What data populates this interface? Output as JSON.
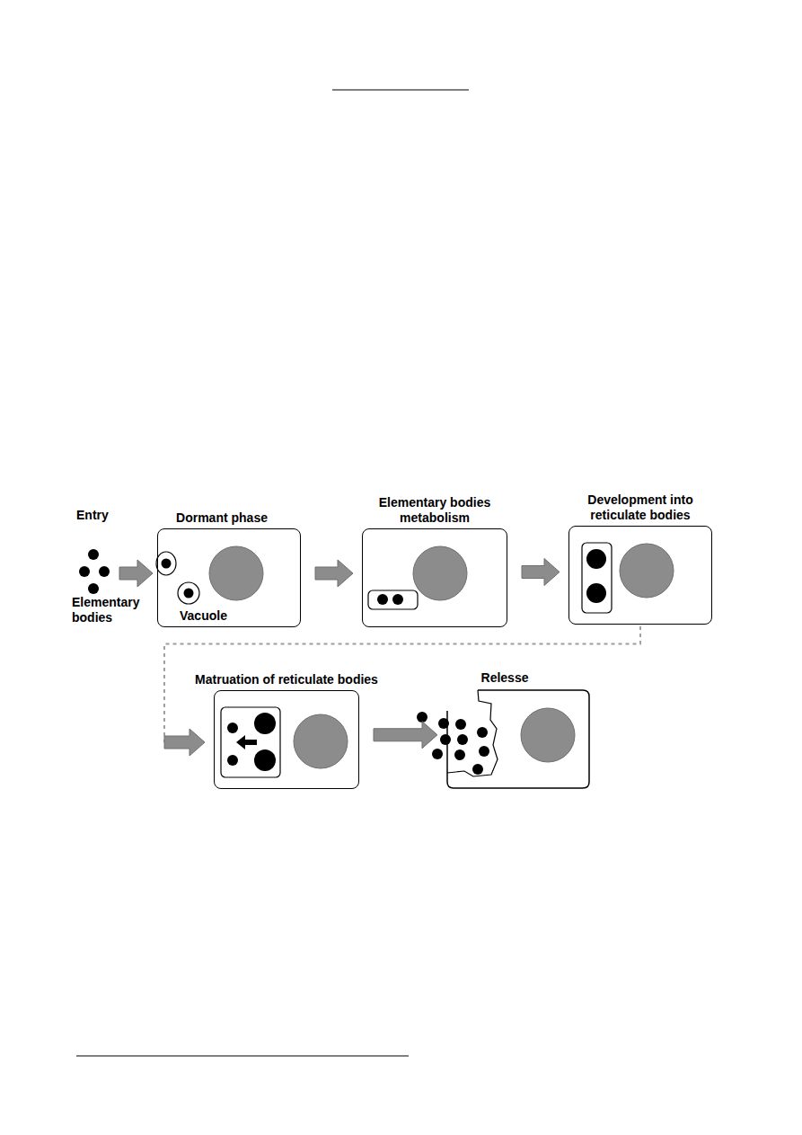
{
  "diagram": {
    "nodes": [
      {
        "text": [
          "Dormant phase"
        ]
      },
      {
        "text": [
          "Elementary bodies metabolism"
        ]
      },
      {
        "text": [
          "Development into reticulate bodies"
        ]
      },
      {
        "text": [
          "Matruation of reticulate bodies"
        ]
      },
      {
        "text": [
          "Relesse"
        ]
      }
    ],
    "edges": [
      {
        "from": 0,
        "to": 1,
        "arrow": "to"
      },
      {
        "from": 1,
        "to": 2,
        "arrow": "to"
      },
      {
        "from": 2,
        "to": 3,
        "arrow": "to"
      },
      {
        "from": 3,
        "to": 4,
        "arrow": "to"
      }
    ],
    "labels": [
      "Entry",
      "Elementary bodies",
      "Vacuole"
    ]
  }
}
